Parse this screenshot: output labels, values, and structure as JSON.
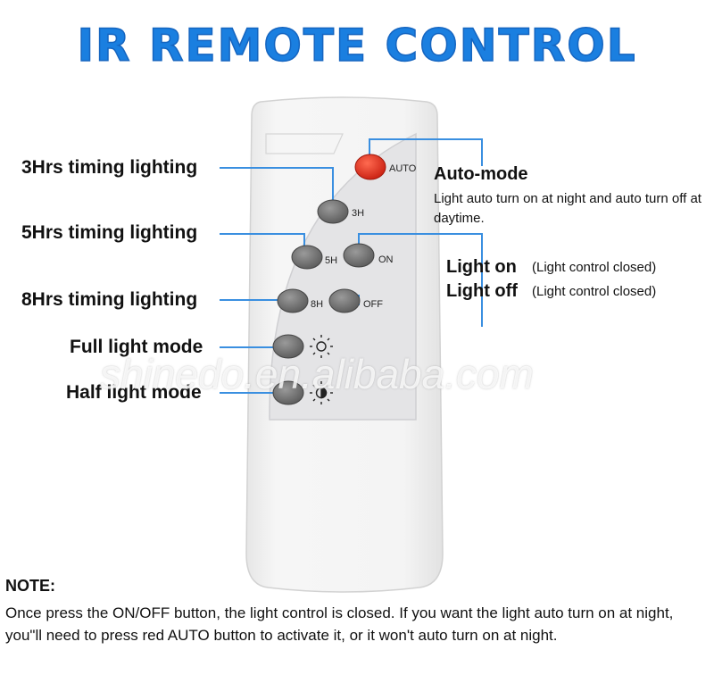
{
  "title": "IR REMOTE CONTROL",
  "labels": {
    "t3": "3Hrs timing lighting",
    "t5": "5Hrs timing lighting",
    "t8": "8Hrs timing lighting",
    "full": "Full light mode",
    "half": "Half light mode",
    "auto": "Auto-mode",
    "auto_desc": "Light auto turn on at night and auto turn off at daytime.",
    "on": "Light on",
    "on_note": "(Light control closed)",
    "off": "Light off",
    "off_note": "(Light control closed)"
  },
  "buttons": {
    "auto": "AUTO",
    "h3": "3H",
    "h5": "5H",
    "on": "ON",
    "h8": "8H",
    "off": "OFF"
  },
  "watermark": "shinedo.en.alibaba.com",
  "note": {
    "heading": "NOTE:",
    "text": "Once press the ON/OFF button, the light control is closed. If you want the light auto turn on at night, you\"ll need to press red AUTO button to activate it, or it won't auto turn on at night."
  },
  "colors": {
    "title": "#1a7fe0",
    "leader_line": "#3a8fe0",
    "auto_button": "#e8321f",
    "gray_button": "#6e6e6e",
    "remote_body": "#f2f2f2",
    "panel": "#e4e4e6"
  }
}
